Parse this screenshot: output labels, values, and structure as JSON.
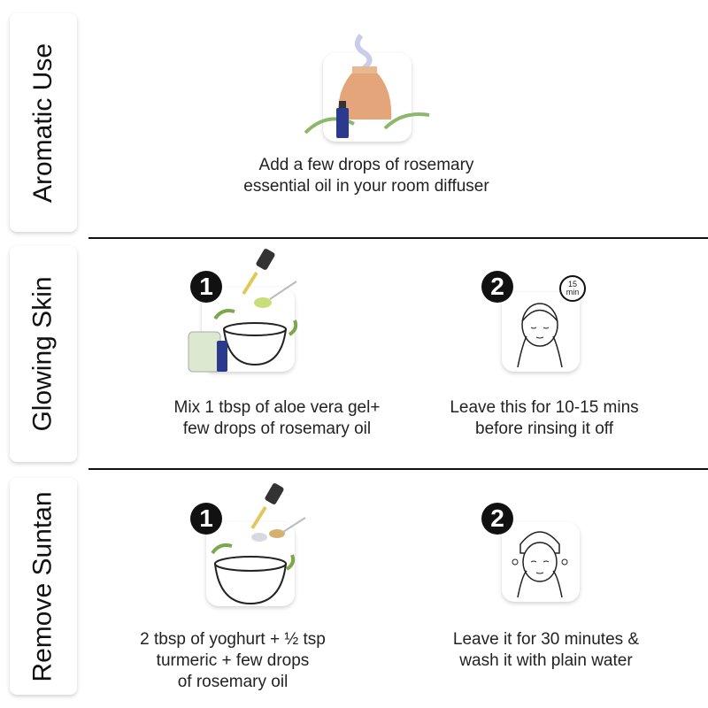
{
  "sections": [
    {
      "label": "Aromatic Use",
      "steps": [
        {
          "text": [
            "Add a few drops of rosemary",
            "essential oil in your room diffuser"
          ]
        }
      ]
    },
    {
      "label": "Glowing Skin",
      "steps": [
        {
          "number": "1",
          "text": [
            "Mix 1 tbsp of aloe vera gel+",
            "few drops of rosemary oil"
          ]
        },
        {
          "number": "2",
          "timer": [
            "15",
            "min"
          ],
          "text": [
            "Leave this for 10-15 mins",
            "before rinsing it off"
          ]
        }
      ]
    },
    {
      "label": "Remove Suntan",
      "steps": [
        {
          "number": "1",
          "text": [
            "2 tbsp of yoghurt + ½ tsp",
            "turmeric + few drops",
            "of rosemary oil"
          ]
        },
        {
          "number": "2",
          "text": [
            "Leave it for 30 minutes &",
            "wash it with plain water"
          ]
        }
      ]
    }
  ],
  "colors": {
    "divider": "#111111",
    "badge": "#111111",
    "diffuser": "#e4a57a",
    "leaf": "#8bb86a",
    "bottle": "#2b3a8c"
  }
}
